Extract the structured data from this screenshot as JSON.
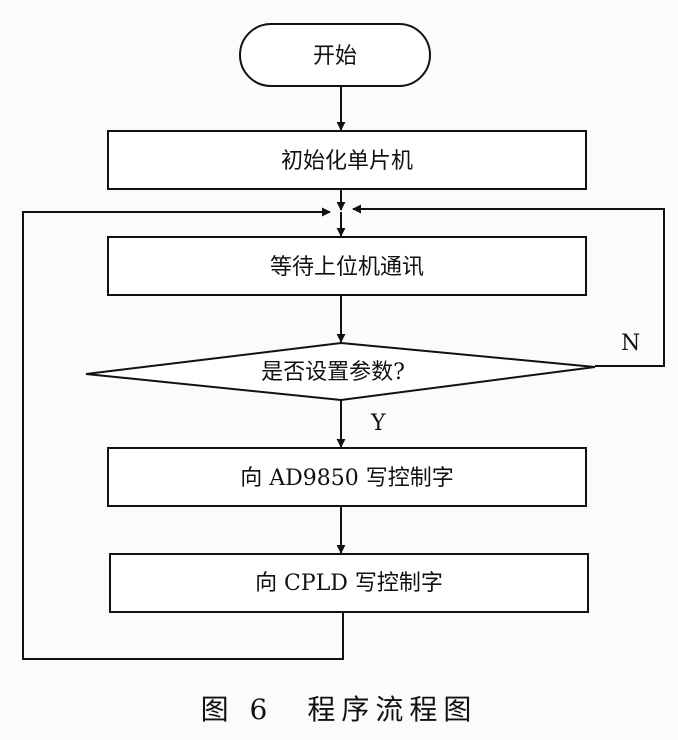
{
  "flowchart": {
    "start": "开始",
    "init": "初始化单片机",
    "wait": "等待上位机通讯",
    "decision": "是否设置参数?",
    "yes_label": "Y",
    "no_label": "N",
    "write_ad9850": "向 AD9850 写控制字",
    "write_cpld": "向 CPLD 写控制字"
  },
  "caption": {
    "figure_number": "图 6",
    "title": "程序流程图"
  },
  "colors": {
    "ink": "#111111",
    "paper": "#fbfbf9"
  }
}
